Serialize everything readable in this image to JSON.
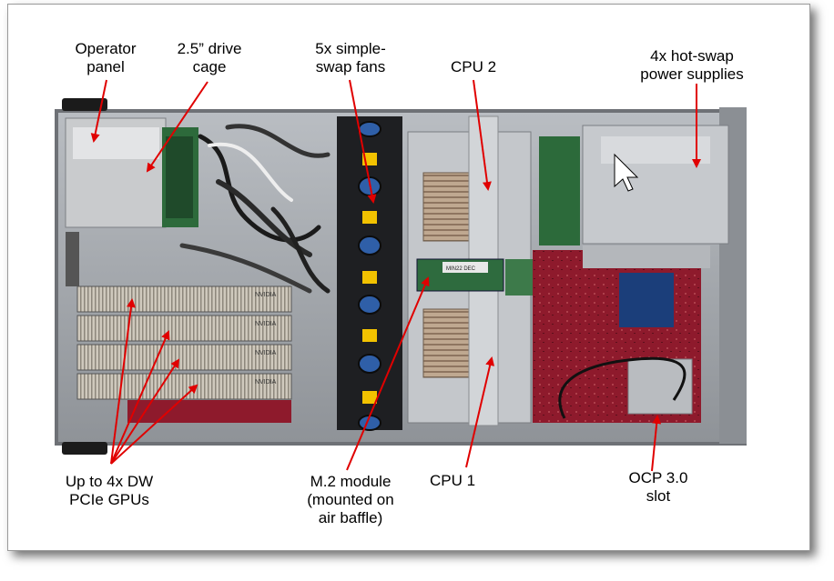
{
  "figure": {
    "labels": {
      "operator_panel": [
        "Operator",
        "panel"
      ],
      "drive_cage": [
        "2.5” drive",
        "cage"
      ],
      "fans": [
        "5x simple-",
        "swap fans"
      ],
      "cpu2": [
        "CPU 2"
      ],
      "power_supplies": [
        "4x hot-swap",
        "power supplies"
      ],
      "gpus": [
        "Up to 4x DW",
        "PCIe GPUs"
      ],
      "m2_module": [
        "M.2 module",
        "(mounted on",
        "air baffle)"
      ],
      "cpu1": [
        "CPU 1"
      ],
      "ocp_slot": [
        "OCP 3.0",
        "slot"
      ]
    },
    "gpu_brand": "NVIDIA",
    "m2_text": "MIN22 DEC",
    "colors": {
      "callout_arrow": "#e00000",
      "chassis": "#9a9ea3",
      "motherboard": "#8e1a2c",
      "fan_blue": "#2f5fa8",
      "fan_label": "#f2c200"
    }
  }
}
